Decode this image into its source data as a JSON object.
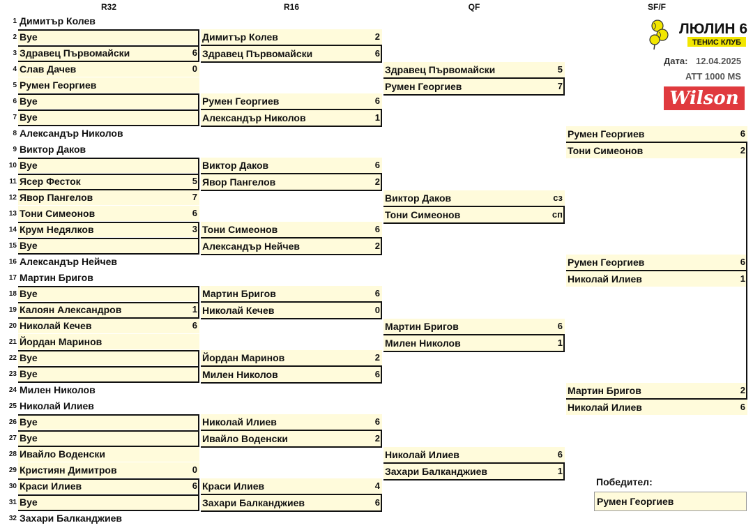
{
  "rounds": [
    "R32",
    "R16",
    "QF",
    "SF/F"
  ],
  "r32": [
    {
      "seed": "1",
      "name": "Димитър Колев",
      "score": ""
    },
    {
      "seed": "2",
      "name": "Bye",
      "score": ""
    },
    {
      "seed": "3",
      "name": "Здравец Първомайски",
      "score": "6"
    },
    {
      "seed": "4",
      "name": "Слав Дачев",
      "score": "0"
    },
    {
      "seed": "5",
      "name": "Румен Георгиев",
      "score": ""
    },
    {
      "seed": "6",
      "name": "Bye",
      "score": ""
    },
    {
      "seed": "7",
      "name": "Bye",
      "score": ""
    },
    {
      "seed": "8",
      "name": "Александър Николов",
      "score": ""
    },
    {
      "seed": "9",
      "name": "Виктор Даков",
      "score": ""
    },
    {
      "seed": "10",
      "name": "Bye",
      "score": ""
    },
    {
      "seed": "11",
      "name": "Ясер Фесток",
      "score": "5"
    },
    {
      "seed": "12",
      "name": "Явор Пангелов",
      "score": "7"
    },
    {
      "seed": "13",
      "name": "Тони Симеонов",
      "score": "6"
    },
    {
      "seed": "14",
      "name": "Крум Недялков",
      "score": "3"
    },
    {
      "seed": "15",
      "name": "Bye",
      "score": ""
    },
    {
      "seed": "16",
      "name": "Александър Нейчев",
      "score": ""
    },
    {
      "seed": "17",
      "name": "Мартин Бригов",
      "score": ""
    },
    {
      "seed": "18",
      "name": "Bye",
      "score": ""
    },
    {
      "seed": "19",
      "name": "Калоян Александров",
      "score": "1"
    },
    {
      "seed": "20",
      "name": "Николай Кечев",
      "score": "6"
    },
    {
      "seed": "21",
      "name": "Йордан Маринов",
      "score": ""
    },
    {
      "seed": "22",
      "name": "Bye",
      "score": ""
    },
    {
      "seed": "23",
      "name": "Bye",
      "score": ""
    },
    {
      "seed": "24",
      "name": "Милен Николов",
      "score": ""
    },
    {
      "seed": "25",
      "name": "Николай Илиев",
      "score": ""
    },
    {
      "seed": "26",
      "name": "Bye",
      "score": ""
    },
    {
      "seed": "27",
      "name": "Bye",
      "score": ""
    },
    {
      "seed": "28",
      "name": "Ивайло Воденски",
      "score": ""
    },
    {
      "seed": "29",
      "name": "Кристиян Димитров",
      "score": "0"
    },
    {
      "seed": "30",
      "name": "Краси Илиев",
      "score": "6"
    },
    {
      "seed": "31",
      "name": "Bye",
      "score": ""
    },
    {
      "seed": "32",
      "name": "Захари Балканджиев",
      "score": ""
    }
  ],
  "r16": [
    {
      "name": "Димитър Колев",
      "score": "2"
    },
    {
      "name": "Здравец Първомайски",
      "score": "6"
    },
    {
      "name": "Румен Георгиев",
      "score": "6"
    },
    {
      "name": "Александър Николов",
      "score": "1"
    },
    {
      "name": "Виктор Даков",
      "score": "6"
    },
    {
      "name": "Явор Пангелов",
      "score": "2"
    },
    {
      "name": "Тони Симеонов",
      "score": "6"
    },
    {
      "name": "Александър Нейчев",
      "score": "2"
    },
    {
      "name": "Мартин Бригов",
      "score": "6"
    },
    {
      "name": "Николай Кечев",
      "score": "0"
    },
    {
      "name": "Йордан Маринов",
      "score": "2"
    },
    {
      "name": "Милен Николов",
      "score": "6"
    },
    {
      "name": "Николай Илиев",
      "score": "6"
    },
    {
      "name": "Ивайло Воденски",
      "score": "2"
    },
    {
      "name": "Краси Илиев",
      "score": "4"
    },
    {
      "name": "Захари Балканджиев",
      "score": "6"
    }
  ],
  "qf": [
    {
      "name": "Здравец Първомайски",
      "score": "5"
    },
    {
      "name": "Румен Георгиев",
      "score": "7"
    },
    {
      "name": "Виктор Даков",
      "score": "сз"
    },
    {
      "name": "Тони Симеонов",
      "score": "сп"
    },
    {
      "name": "Мартин Бригов",
      "score": "6"
    },
    {
      "name": "Милен Николов",
      "score": "1"
    },
    {
      "name": "Николай Илиев",
      "score": "6"
    },
    {
      "name": "Захари Балканджиев",
      "score": "1"
    }
  ],
  "sf": [
    {
      "name": "Румен Георгиев",
      "score": "6"
    },
    {
      "name": "Тони Симеонов",
      "score": "2"
    },
    {
      "name": "Мартин Бригов",
      "score": "2"
    },
    {
      "name": "Николай Илиев",
      "score": "6"
    }
  ],
  "final": [
    {
      "name": "Румен Георгиев",
      "score": "6"
    },
    {
      "name": "Николай Илиев",
      "score": "1"
    }
  ],
  "club": {
    "name": "ЛЮЛИН 6",
    "subtitle": "ТЕНИС КЛУБ",
    "ball_color": "#f2e600"
  },
  "info": {
    "date_label": "Дата:",
    "date": "12.04.2025",
    "event": "ATT 1000 MS"
  },
  "sponsor": {
    "name": "Wilson",
    "color": "#e03a3e"
  },
  "winner": {
    "label": "Победител:",
    "name": "Румен Георгиев"
  }
}
